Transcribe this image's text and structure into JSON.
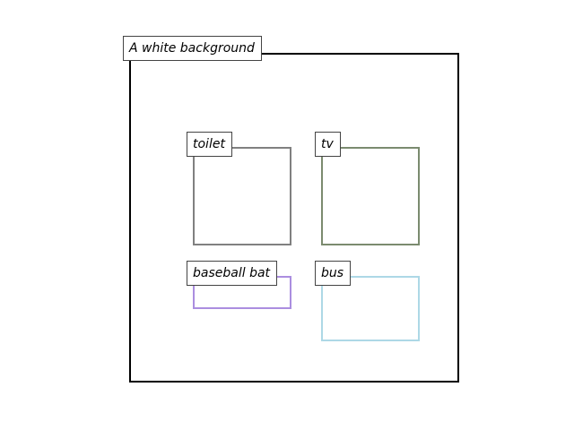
{
  "scene": {
    "caption": "A white background",
    "frame_color": "#000000"
  },
  "objects": [
    {
      "label": "toilet",
      "color": "#808080"
    },
    {
      "label": "tv",
      "color": "#7b8b6f"
    },
    {
      "label": "baseball bat",
      "color": "#ab8ee0"
    },
    {
      "label": "bus",
      "color": "#add8e6"
    }
  ]
}
